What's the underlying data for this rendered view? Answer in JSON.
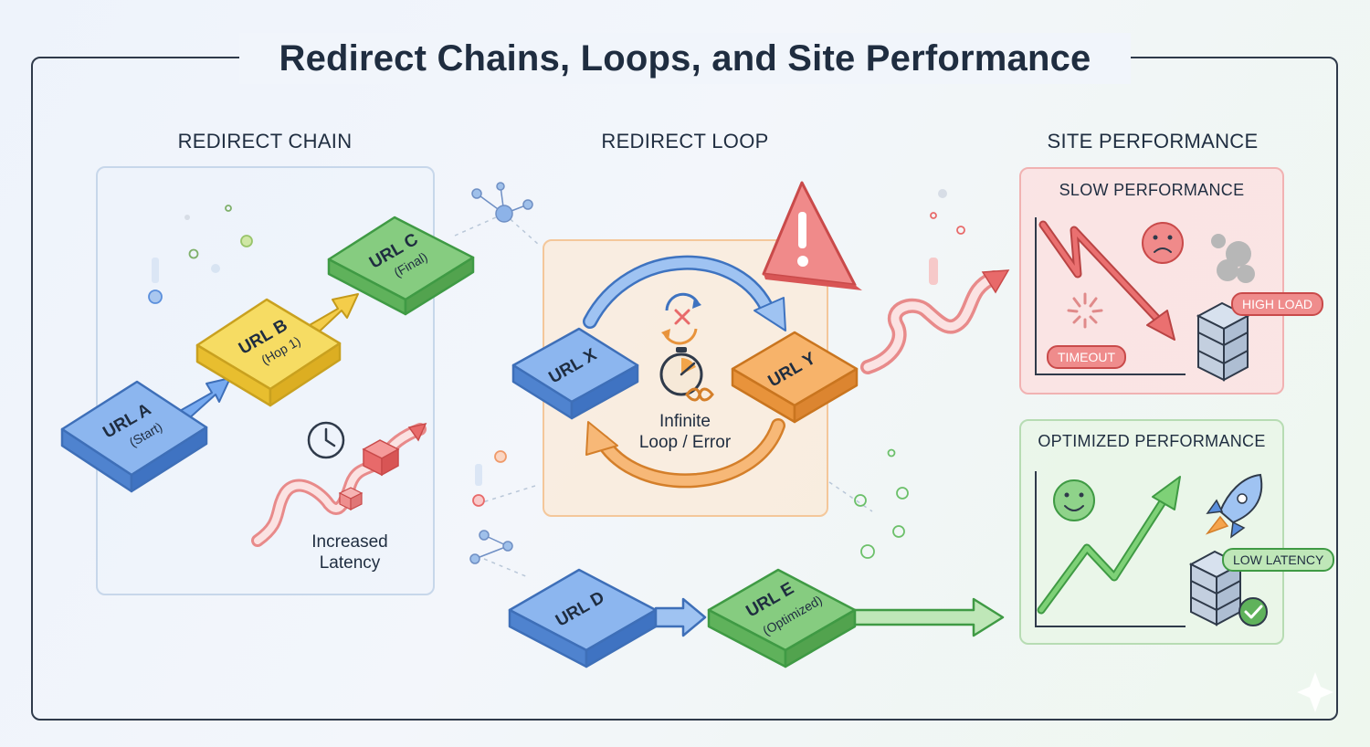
{
  "title": "Redirect Chains, Loops, and Site Performance",
  "sections": {
    "chain": "REDIRECT CHAIN",
    "loop": "REDIRECT LOOP",
    "performance": "SITE PERFORMANCE"
  },
  "chain": {
    "url_a": {
      "name": "URL A",
      "sub": "(Start)"
    },
    "url_b": {
      "name": "URL B",
      "sub": "(Hop 1)"
    },
    "url_c": {
      "name": "URL C",
      "sub": "(Final)"
    },
    "latency_line1": "Increased",
    "latency_line2": "Latency"
  },
  "loop": {
    "url_x": {
      "name": "URL X"
    },
    "url_y": {
      "name": "URL Y"
    },
    "error_line1": "Infinite",
    "error_line2": "Loop / Error"
  },
  "optimized_path": {
    "url_d": {
      "name": "URL D"
    },
    "url_e": {
      "name": "URL E",
      "sub": "(Optimized)"
    }
  },
  "performance": {
    "slow": {
      "title": "SLOW PERFORMANCE",
      "timeout": "TIMEOUT",
      "high_load": "HIGH LOAD"
    },
    "optimized": {
      "title": "OPTIMIZED PERFORMANCE",
      "low_latency": "LOW LATENCY"
    }
  },
  "colors": {
    "blue": "#5b8fdc",
    "yellow": "#f2d34e",
    "green": "#6cc06a",
    "orange": "#f0a24e",
    "red": "#e86a6a",
    "dark": "#1f2d40"
  }
}
